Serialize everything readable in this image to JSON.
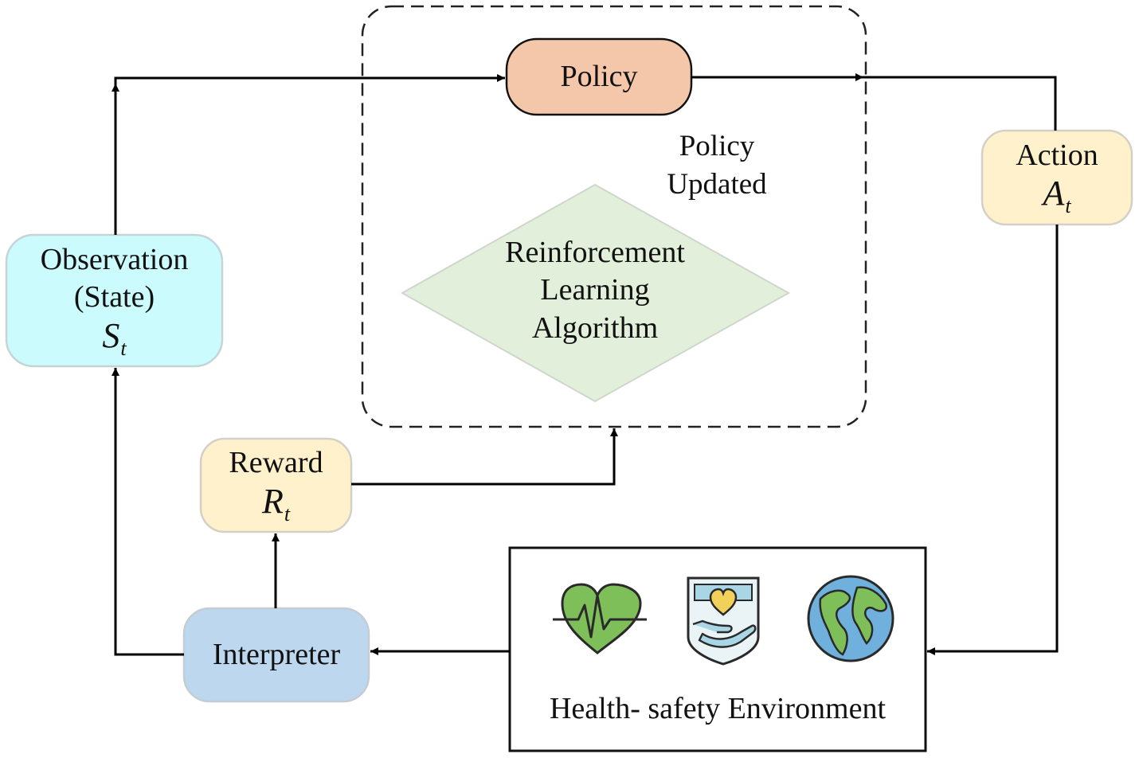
{
  "colors": {
    "policy_fill": "#f5c7aa",
    "action_fill": "#fef1cc",
    "reward_fill": "#fef1cc",
    "observation_fill": "#ccfbfe",
    "interpreter_fill": "#bdd7ee",
    "diamond_fill": "#e2efda"
  },
  "policy": {
    "label": "Policy"
  },
  "policy_updated": {
    "line1": "Policy",
    "line2": "Updated"
  },
  "rl_algorithm": {
    "line1": "Reinforcement",
    "line2": "Learning",
    "line3": "Algorithm"
  },
  "action": {
    "label": "Action",
    "symbol": "A",
    "subscript": "t"
  },
  "observation": {
    "line1": "Observation",
    "line2": "(State)",
    "symbol": "S",
    "subscript": "t"
  },
  "reward": {
    "label": "Reward",
    "symbol": "R",
    "subscript": "t"
  },
  "interpreter": {
    "label": "Interpreter"
  },
  "environment": {
    "label": "Health- safety Environment",
    "icons": [
      "heartbeat-icon",
      "shield-heart-hand-icon",
      "globe-icon"
    ]
  }
}
